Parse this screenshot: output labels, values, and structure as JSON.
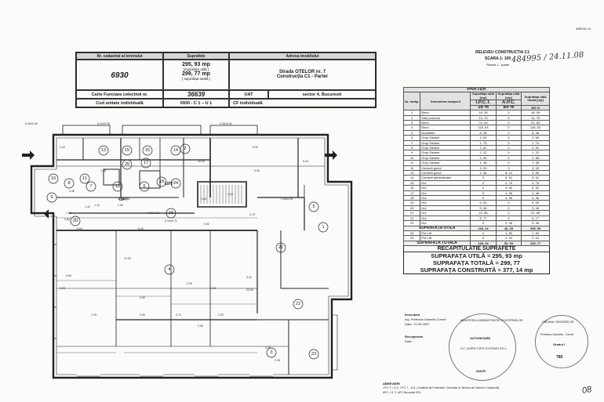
{
  "annex_label": "ANEXA 13",
  "top_right": {
    "building": "RELEVEU CONSTRUCTIA C1",
    "scale": "SCARA 1: 100",
    "level": "Planșa 1 - parter",
    "handwritten_code": "484995 / 24.11.08"
  },
  "header_table": {
    "col1_title": "Nr. cadastral al terenului",
    "col2_title": "Suprafețe",
    "col3_title": "Adresa imobilului",
    "cadastral_number": "6930",
    "useful_area": "295, 93 mp",
    "useful_area_note": "(suprafața utilă )",
    "total_area": "299, 77 mp",
    "total_area_note": "( suprafața totală )",
    "address_line1": "Strada OȚELOR  nr. 7",
    "address_line2": "Construcția C1 - Parter",
    "cf_label": "Carte Funciara colectivă nr.",
    "cf_number": "36639",
    "uat_label": "UAT",
    "uat_value": "sector 4, Bucuresti",
    "unit_code_label": "Cod unitate individuală",
    "unit_code": "6930 - C 1 – U 1",
    "cf_individual": "CF individuală"
  },
  "room_table": {
    "title": "PARTER",
    "headers": {
      "nr": "Nr. încăp.",
      "name": "Denumirea încăperii",
      "icct": "Suprafața utilă [mp]",
      "acc": "Suprafața utilă [mp]",
      "total": "Suprafața utilă totală [mp]",
      "sub_icct": "I.P.C.T.",
      "sub_acc": "A.P.C.",
      "pct_icct": "16 %",
      "pct_acc": "84 %",
      "pct_total": "100 %"
    },
    "rows": [
      {
        "nr": "1",
        "name": "Birou",
        "a": "16, 05",
        "b": "0",
        "t": "16, 05"
      },
      {
        "nr": "2",
        "name": "Sala protocol",
        "a": "14, 76",
        "b": "0",
        "t": "14, 76"
      },
      {
        "nr": "3",
        "name": "Birou",
        "a": "22, 83",
        "b": "0",
        "t": "22, 83"
      },
      {
        "nr": "4",
        "name": "Birou",
        "a": "118, 53",
        "b": "0",
        "t": "118, 53"
      },
      {
        "nr": "5",
        "name": "Bucătărie",
        "a": "8, 48",
        "b": "0",
        "t": "8, 48"
      },
      {
        "nr": "6",
        "name": "Grup Sanitar",
        "a": "2, 69",
        "b": "0",
        "t": "2, 69"
      },
      {
        "nr": "7",
        "name": "Grup Sanitar",
        "a": "1, 75",
        "b": "0",
        "t": "1, 75"
      },
      {
        "nr": "8",
        "name": "Grup Sanitar",
        "a": "2, 81",
        "b": "0",
        "t": "2, 81"
      },
      {
        "nr": "9",
        "name": "Grup Sanitar",
        "a": "1, 22",
        "b": "0",
        "t": "1, 22"
      },
      {
        "nr": "10",
        "name": "Grup Sanitar",
        "a": "2, 98",
        "b": "0",
        "t": "2, 98"
      },
      {
        "nr": "11",
        "name": "Grup Sanitar",
        "a": "1, 38",
        "b": "0",
        "t": "1, 38"
      },
      {
        "nr": "12",
        "name": "Cameră gunoi",
        "a": "3, 93",
        "b": "0",
        "t": "3, 93"
      },
      {
        "nr": "13",
        "name": "Cameră gunoi",
        "a": "1, 36",
        "b": "8, 14",
        "t": "9, 50"
      },
      {
        "nr": "14",
        "name": "Cameră administrație",
        "a": "0",
        "b": "5, 51",
        "t": "5, 51"
      },
      {
        "nr": "15",
        "name": "Hol",
        "a": "0",
        "b": "4, 76",
        "t": "4, 76"
      },
      {
        "nr": "16",
        "name": "Hol",
        "a": "0",
        "b": "5, 50",
        "t": "5, 50"
      },
      {
        "nr": "17",
        "name": "Hol",
        "a": "0",
        "b": "4, 48",
        "t": "4, 48"
      },
      {
        "nr": "18",
        "name": "Hol",
        "a": "0",
        "b": "4, 96",
        "t": "4, 96"
      },
      {
        "nr": "19",
        "name": "Hol",
        "a": "5, 00",
        "b": "0",
        "t": "5, 00"
      },
      {
        "nr": "20",
        "name": "Hol",
        "a": "9, 48",
        "b": "0",
        "t": "9, 48"
      },
      {
        "nr": "21",
        "name": "Hol",
        "a": "22, 85",
        "b": "0",
        "t": "22, 85"
      },
      {
        "nr": "22",
        "name": "Hol",
        "a": "5, 77",
        "b": "0",
        "t": "5, 77"
      },
      {
        "nr": "23",
        "name": "Hol",
        "a": "0",
        "b": "9, 36",
        "t": "9, 36"
      }
    ],
    "useful_total": {
      "label": "SUPRAFAȚA UTILĂ",
      "a": "249, 24",
      "b": "46, 69",
      "t": "295, 93"
    },
    "extra_rows": [
      {
        "nr": "24",
        "name": "Put Lift",
        "a": "0",
        "b": "1, 80",
        "t": "1, 80"
      },
      {
        "nr": "25",
        "name": "Put Lift",
        "a": "0",
        "b": "2, 04",
        "t": "2, 04"
      }
    ],
    "grand_total": {
      "label": "SUPRAFAȚA TOTALĂ",
      "a": "249, 24",
      "b": "50, 53",
      "t": "299, 77"
    }
  },
  "recap": {
    "title": "RECAPITULATIE  SUPRAFETE",
    "useful": "SUPRAFAȚA UTILĂ = 295, 93 mp",
    "total": "SUPRAFAȚA TOTALĂ = 299, 77",
    "built": "SUPRAFAȚA CONSTRUITĂ = 377, 14 mp"
  },
  "executed": {
    "label": "Executant",
    "name": "Ing. Prefeanu Kamelia Cornel",
    "date": "Data : 11.08.2007",
    "received_label": "Recepționat",
    "received_date": "Data :"
  },
  "stamp_texts": {
    "left": "MINISTERUL ADMINISTRATIEI SI INTERNELOR",
    "authorized": "AUTORIZARE",
    "company": "S.C. KAPPA TOPO SYSTEMS S.R.L.",
    "anpi": "ANCPI",
    "right_name": "Prefeanu Kamelia - Cornel",
    "right_top": "ORDINUL GEODEZILOR",
    "grade": "Gradul I",
    "number": "780"
  },
  "footer": {
    "abbrev_title": "ABREVIERI",
    "line1": "I.P.C.T. = S.C. I.P.C.T. - S.A. ( Institutul de Proiectare, Cercetare si Tehnica de Calcul in Constructii)",
    "line2": "APC = S. C.  APC   Bucuresti  SRL",
    "page_number": "08"
  },
  "plan": {
    "lift_label": "LIFT",
    "room_numbers": [
      "1",
      "2",
      "3",
      "4",
      "5",
      "6",
      "7",
      "8",
      "9",
      "10",
      "11",
      "12",
      "13",
      "14",
      "15",
      "16",
      "17",
      "18",
      "19",
      "20",
      "21",
      "22",
      "23",
      "24",
      "25"
    ],
    "dimensions": [
      "6.25x0.48",
      "3.30x0.41",
      "6.22x0.38",
      "3.43",
      "5.30",
      "5.39",
      "16.05",
      "5.20",
      "3.63",
      "1.65",
      "3.79",
      "6.42",
      "14.53",
      "5.42",
      "22.83",
      "5.64",
      "2.25",
      "1.98",
      "3.05",
      "2.25",
      "2.99",
      "2.71",
      "2.25",
      "5.39",
      "2.26",
      "1.02",
      "3.36",
      "5.64",
      "0.94x0.71",
      "4.60",
      "2.84",
      "1.45x1.61",
      "2.54",
      "6.52",
      "9.50x0.51",
      "0.94x1.61",
      "2.50",
      "1.38",
      "1.10",
      "1.42"
    ]
  }
}
